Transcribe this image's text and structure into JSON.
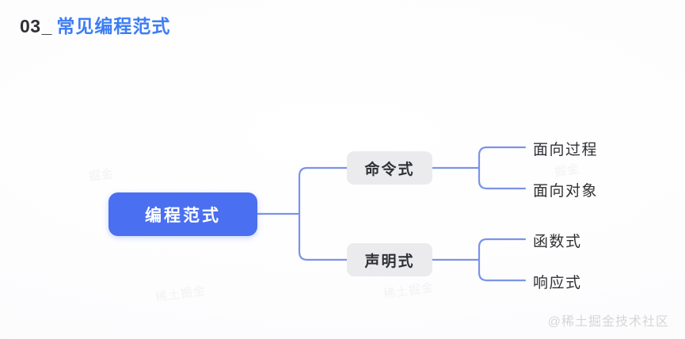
{
  "slide": {
    "title": {
      "number": "03",
      "underscore": "_",
      "text": "常见编程范式"
    },
    "accent_color": "#3c7df4",
    "root_color": "#4a6ff0",
    "branch_color": "#ebebed",
    "connector_color": "#7b93e8"
  },
  "mindmap": {
    "root": {
      "label": "编程范式"
    },
    "branches": [
      {
        "label": "命令式",
        "children": [
          {
            "label": "面向过程"
          },
          {
            "label": "面向对象"
          }
        ]
      },
      {
        "label": "声明式",
        "children": [
          {
            "label": "函数式"
          },
          {
            "label": "响应式"
          }
        ]
      }
    ]
  },
  "watermarks": {
    "faint": [
      "掘金",
      "稀土掘金",
      "稀土掘金",
      "掘金"
    ],
    "brand": "@稀土掘金技术社区"
  }
}
